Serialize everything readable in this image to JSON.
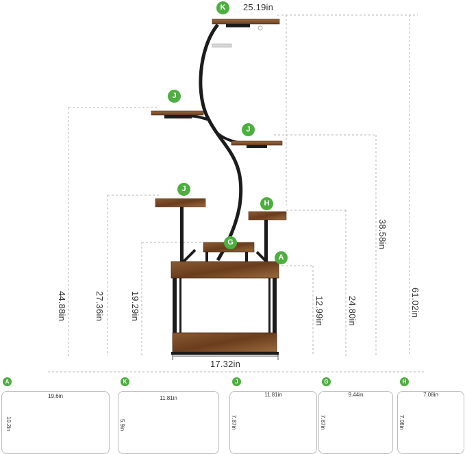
{
  "badges": {
    "top": "K",
    "left_upper": "J",
    "right_upper": "J",
    "left_middle": "J",
    "right_middle": "H",
    "center_low": "G",
    "cabinet": "A"
  },
  "dimensions": {
    "top_width": "25.19in",
    "total_height": "61.02in",
    "upper_right_height": "38.58in",
    "left_upper_height": "44.88in",
    "left_middle_height": "27.36in",
    "left_low_height": "19.29in",
    "cabinet_height": "12.99in",
    "right_middle_height": "24.80in",
    "base_width": "17.32in"
  },
  "boards": [
    {
      "badge": "A",
      "width": "19.6in",
      "height": "10.2in"
    },
    {
      "badge": "K",
      "width": "11.81in",
      "height": "5.9in"
    },
    {
      "badge": "J",
      "width": "11.81in",
      "height": "7.87in"
    },
    {
      "badge": "G",
      "width": "9.44in",
      "height": "7.87in"
    },
    {
      "badge": "H",
      "width": "7.08in",
      "height": "7.08in"
    }
  ],
  "colors": {
    "wood": "#7a4a26",
    "wood_dark": "#4a2a14",
    "metal": "#1c1c1c",
    "badge": "#4caf3f",
    "guide": "#aaaaaa"
  }
}
